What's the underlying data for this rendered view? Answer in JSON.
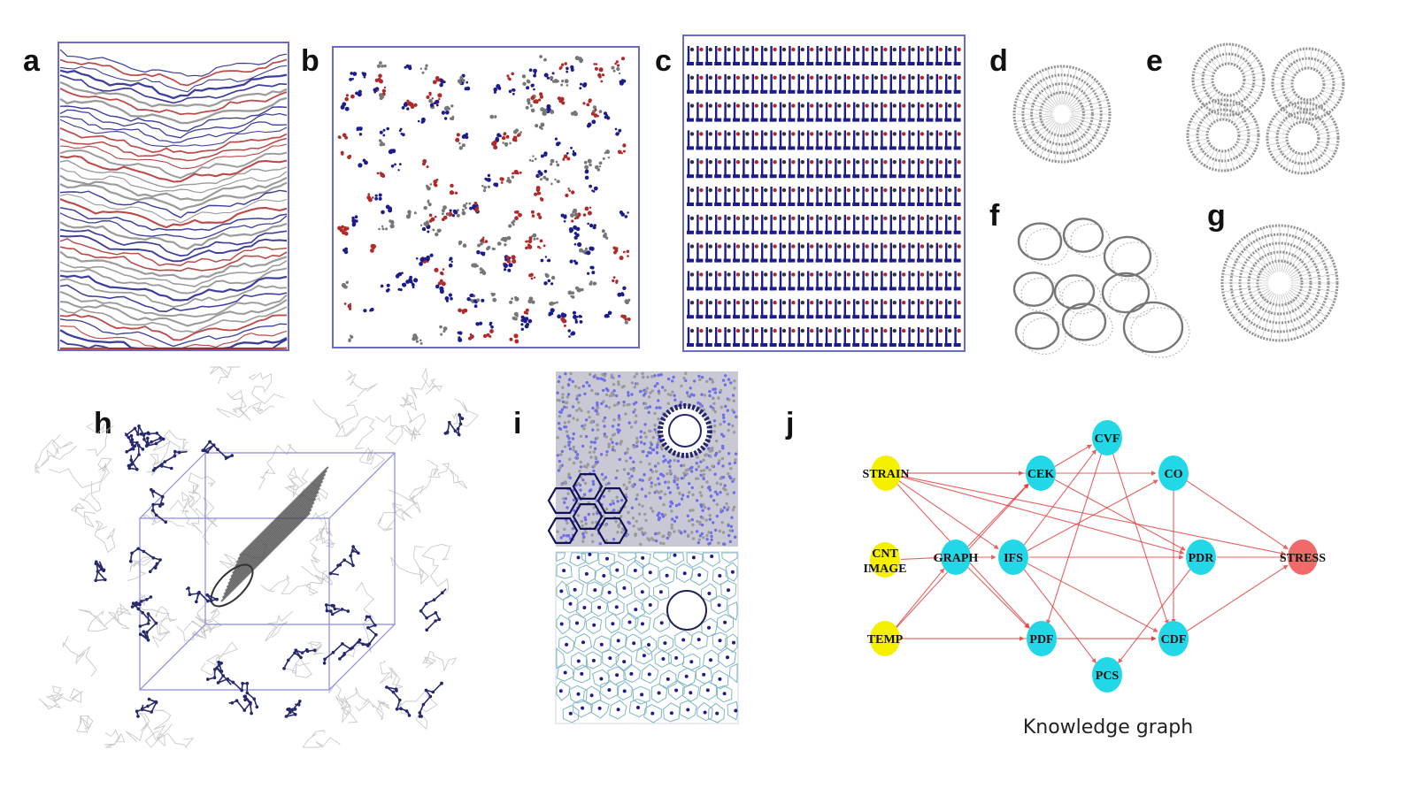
{
  "panels": [
    "a",
    "b",
    "c",
    "d",
    "e",
    "f",
    "g",
    "h",
    "i",
    "j"
  ],
  "colors": {
    "red": "#b02a2a",
    "blue": "#1c1c8c",
    "grey": "#8a8a8a",
    "frame": "#6a6acb",
    "node_input": "#f5f000",
    "node_mid": "#23d8e6",
    "node_output": "#f06a6a",
    "edge": "#e23a3a",
    "voronoi": "#7fb6c4"
  },
  "knowledge_graph": {
    "caption": "Knowledge graph",
    "nodes": [
      {
        "id": "strain",
        "label": "STRAIN",
        "kind": "input"
      },
      {
        "id": "cnt",
        "label": "CNT",
        "label2": "IMAGE",
        "kind": "input"
      },
      {
        "id": "temp",
        "label": "TEMP",
        "kind": "input"
      },
      {
        "id": "graph",
        "label": "GRAPH",
        "kind": "mid"
      },
      {
        "id": "ifs",
        "label": "IFS",
        "kind": "mid"
      },
      {
        "id": "cek",
        "label": "CEK",
        "kind": "mid"
      },
      {
        "id": "cvf",
        "label": "CVF",
        "kind": "mid"
      },
      {
        "id": "co",
        "label": "CO",
        "kind": "mid"
      },
      {
        "id": "pdr",
        "label": "PDR",
        "kind": "mid"
      },
      {
        "id": "pdf",
        "label": "PDF",
        "kind": "mid"
      },
      {
        "id": "pcs",
        "label": "PCS",
        "kind": "mid"
      },
      {
        "id": "cdf",
        "label": "CDF",
        "kind": "mid"
      },
      {
        "id": "stress",
        "label": "STRESS",
        "kind": "output"
      }
    ],
    "edges": [
      [
        "strain",
        "cek"
      ],
      [
        "strain",
        "co"
      ],
      [
        "strain",
        "stress"
      ],
      [
        "strain",
        "pdr"
      ],
      [
        "strain",
        "ifs"
      ],
      [
        "strain",
        "pdf"
      ],
      [
        "cnt",
        "graph"
      ],
      [
        "graph",
        "ifs"
      ],
      [
        "graph",
        "cek"
      ],
      [
        "graph",
        "pdf"
      ],
      [
        "ifs",
        "cvf"
      ],
      [
        "ifs",
        "co"
      ],
      [
        "ifs",
        "pdr"
      ],
      [
        "ifs",
        "cdf"
      ],
      [
        "ifs",
        "pcs"
      ],
      [
        "cek",
        "cvf"
      ],
      [
        "cek",
        "pdr"
      ],
      [
        "cvf",
        "cdf"
      ],
      [
        "cvf",
        "pdf"
      ],
      [
        "co",
        "stress"
      ],
      [
        "co",
        "cdf"
      ],
      [
        "pdr",
        "stress"
      ],
      [
        "pdr",
        "pcs"
      ],
      [
        "cdf",
        "stress"
      ],
      [
        "temp",
        "pdf"
      ],
      [
        "temp",
        "graph"
      ],
      [
        "temp",
        "cek"
      ],
      [
        "temp",
        "cdf"
      ],
      [
        "pdf",
        "cdf"
      ]
    ]
  }
}
